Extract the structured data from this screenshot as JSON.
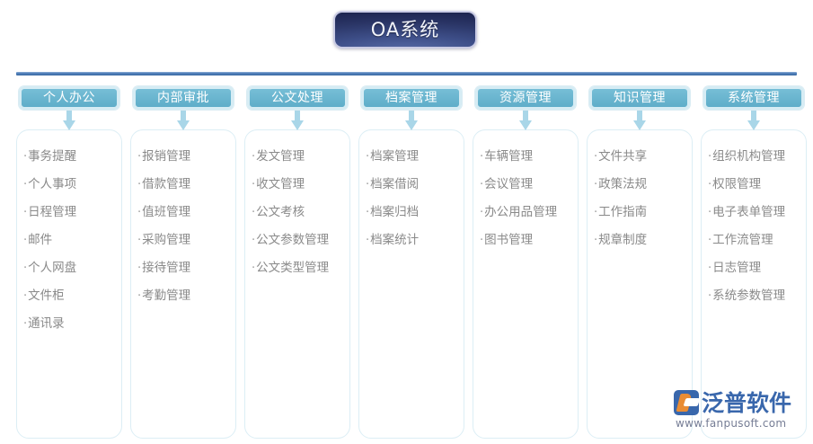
{
  "diagram": {
    "title": "OA系统",
    "colors": {
      "title_bg_dark": "#1d2550",
      "title_bg_light": "#5a6ea8",
      "title_border": "#c9cbe4",
      "bus_line": "#4a7ab5",
      "header_fill": "#5fadc9",
      "header_border": "#d6ecf4",
      "arrow": "#a9d6e8",
      "body_border": "#dceef5",
      "item_text": "#8a8a8a",
      "watermark_blue": "#2f5fa8",
      "watermark_orange": "#e8862a"
    },
    "bullet": "·",
    "columns": [
      {
        "header": "个人办公",
        "items": [
          "事务提醒",
          "个人事项",
          "日程管理",
          "邮件",
          "个人网盘",
          "文件柜",
          "通讯录"
        ]
      },
      {
        "header": "内部审批",
        "items": [
          "报销管理",
          "借款管理",
          "值班管理",
          "采购管理",
          "接待管理",
          "考勤管理"
        ]
      },
      {
        "header": "公文处理",
        "items": [
          "发文管理",
          "收文管理",
          "公文考核",
          "公文参数管理",
          "公文类型管理"
        ]
      },
      {
        "header": "档案管理",
        "items": [
          "档案管理",
          "档案借阅",
          "档案归档",
          "档案统计"
        ]
      },
      {
        "header": "资源管理",
        "items": [
          "车辆管理",
          "会议管理",
          "办公用品管理",
          "图书管理"
        ]
      },
      {
        "header": "知识管理",
        "items": [
          "文件共享",
          "政策法规",
          "工作指南",
          "规章制度"
        ]
      },
      {
        "header": "系统管理",
        "items": [
          "组织机构管理",
          "权限管理",
          "电子表单管理",
          "工作流管理",
          "日志管理",
          "系统参数管理"
        ]
      }
    ]
  },
  "watermark": {
    "name": "泛普软件",
    "url": "www.fanpusoft.com"
  }
}
